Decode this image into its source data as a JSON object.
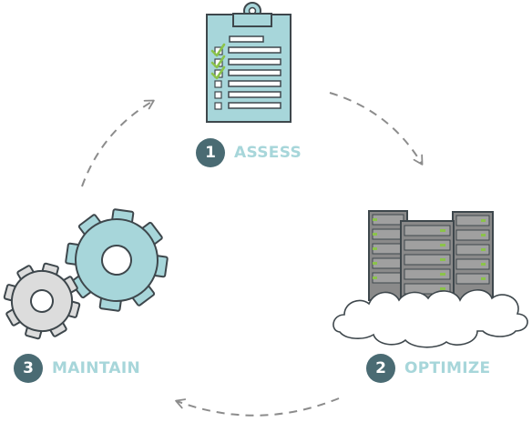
{
  "steps": [
    {
      "number": "1",
      "label": "ASSESS"
    },
    {
      "number": "2",
      "label": "OPTIMIZE"
    },
    {
      "number": "3",
      "label": "MAINTAIN"
    }
  ],
  "icons": {
    "assess": "clipboard-checklist-icon",
    "optimize": "server-cloud-icon",
    "maintain": "gears-icon"
  },
  "colors": {
    "accent": "#a7d6da",
    "badge": "#4a6b73",
    "outline": "#3e474c",
    "check": "#8bc34a",
    "server": "#8a8a8a",
    "gear_grey": "#dcdcdc",
    "arrow": "#8c8c8c"
  }
}
